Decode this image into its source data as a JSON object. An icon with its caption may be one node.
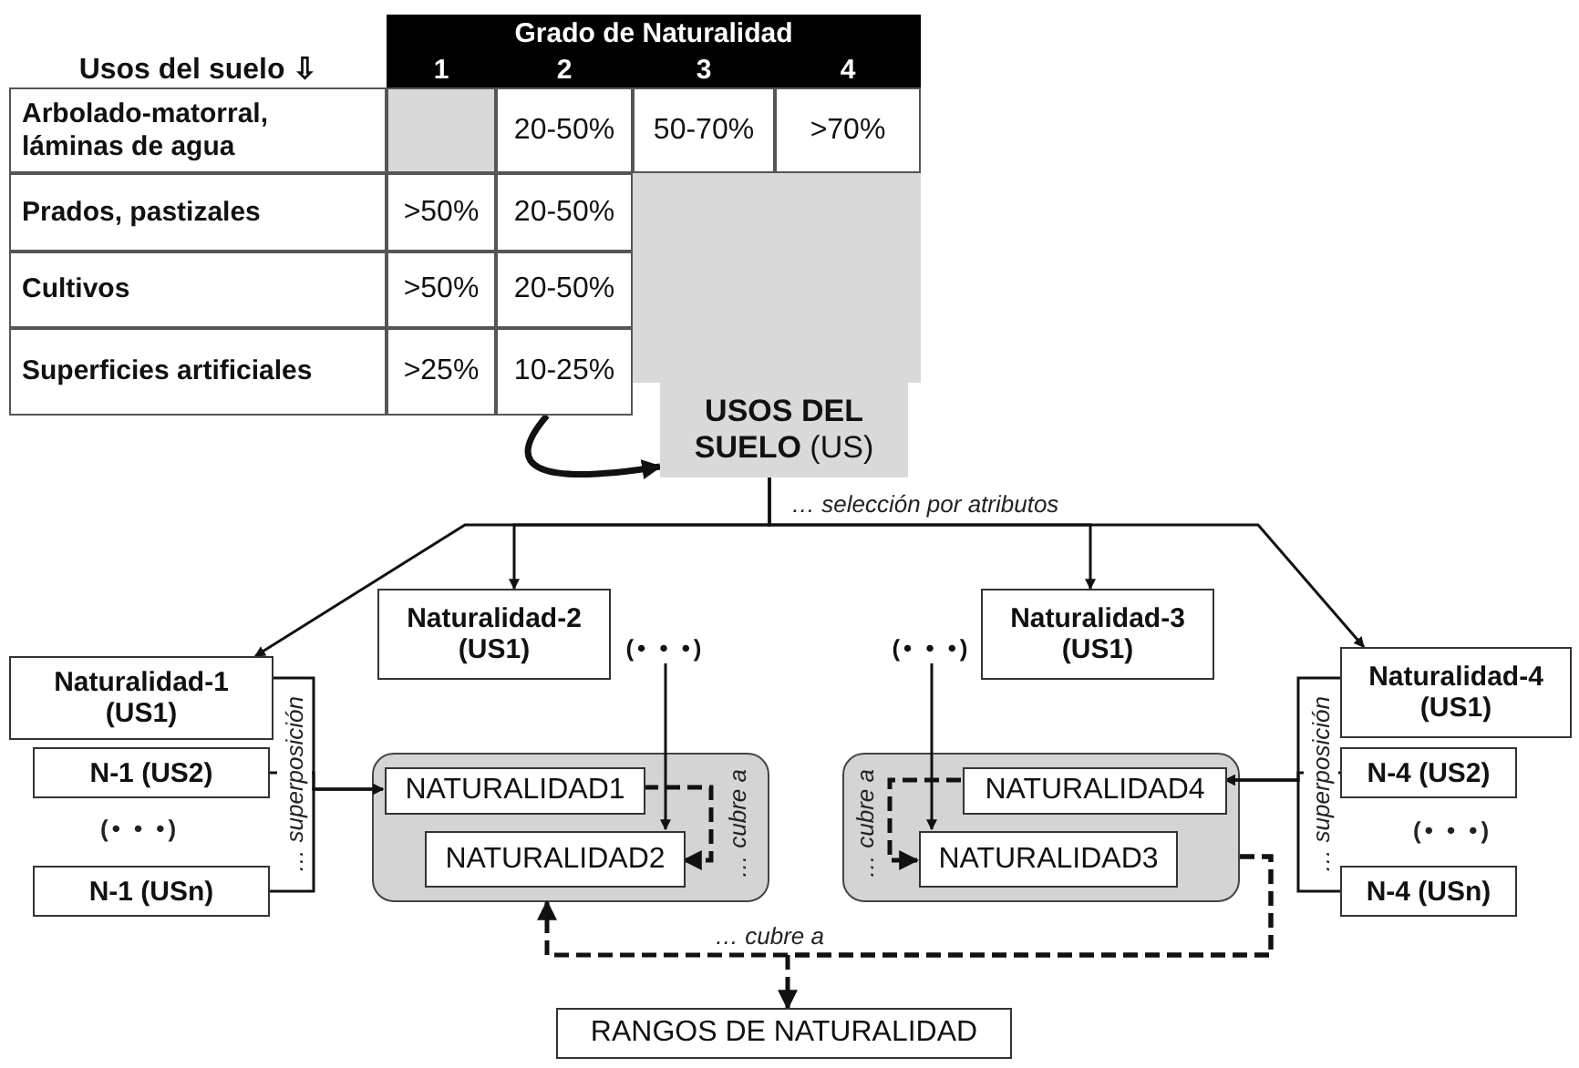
{
  "diagram": {
    "nodes": [
      {
        "text": [
          "Grado de Naturalidad",
          "Usos del suelo ⇩",
          "1",
          "2",
          "3",
          "4",
          "Arbolado-matorral, láminas de agua",
          "20-50%",
          "50-70%",
          ">70%",
          "Prados, pastizales",
          ">50%",
          "20-50%",
          "Cultivos",
          ">50%",
          "20-50%",
          "Superficies artificiales",
          ">25%",
          "10-25%"
        ]
      },
      {
        "text": [
          "**USOS DEL SUELO** (US)"
        ]
      },
      {
        "text": [
          "Naturalidad-1 (US1)"
        ]
      },
      {
        "text": [
          "N-1 (US2)"
        ]
      },
      {
        "text": [
          "N-1 (USn)"
        ]
      },
      {
        "text": [
          "Naturalidad-2 (US1)"
        ]
      },
      {
        "text": [
          "Naturalidad-3 (US1)"
        ]
      },
      {
        "text": [
          "Naturalidad-4 (US1)"
        ]
      },
      {
        "text": [
          "N-4 (US2)"
        ]
      },
      {
        "text": [
          "N-4 (USn)"
        ]
      },
      {
        "text": [],
        "shape": "box"
      },
      {
        "text": [
          "NATURALIDAD1"
        ],
        "in": 10
      },
      {
        "text": [
          "NATURALIDAD2"
        ],
        "in": 10
      },
      {
        "text": [],
        "shape": "box"
      },
      {
        "text": [
          "NATURALIDAD4"
        ],
        "in": 13
      },
      {
        "text": [
          "NATURALIDAD3"
        ],
        "in": 13
      },
      {
        "text": [
          "RANGOS DE NATURALIDAD"
        ]
      },
      {
        "text": [
          "(• • •)"
        ]
      },
      {
        "text": [
          "(• • •)"
        ]
      },
      {
        "text": [],
        "shape": "box",
        "in": 0
      },
      {
        "text": [],
        "shape": "box",
        "in": 0
      }
    ],
    "edges": [
      {
        "from": 1,
        "to": 2,
        "arrow": "to",
        "label": "… selección por atributos"
      },
      {
        "from": 1,
        "to": 5,
        "arrow": "to"
      },
      {
        "from": 1,
        "to": 6,
        "arrow": "to"
      },
      {
        "from": 1,
        "to": 7,
        "arrow": "to"
      },
      {
        "from": 0,
        "to": 1,
        "arrow": "to",
        "style": "thick"
      },
      {
        "from": 2,
        "to": 11,
        "arrow": "to",
        "label": "… superposición"
      },
      {
        "from": 3,
        "to": 11,
        "arrow": "to"
      },
      {
        "from": 4,
        "to": 11,
        "arrow": "to"
      },
      {
        "from": 17,
        "to": 12,
        "arrow": "to"
      },
      {
        "from": 11,
        "to": 12,
        "arrow": "to",
        "style": "dashed",
        "label": "… cubre a"
      },
      {
        "from": 7,
        "to": 14,
        "arrow": "to",
        "label": "… superposición"
      },
      {
        "from": 8,
        "to": 14,
        "arrow": "to"
      },
      {
        "from": 9,
        "to": 14,
        "arrow": "to"
      },
      {
        "from": 18,
        "to": 15,
        "arrow": "to"
      },
      {
        "from": 14,
        "to": 15,
        "arrow": "to",
        "style": "dashed",
        "label": "… cubre a"
      },
      {
        "from": 13,
        "to": 10,
        "arrow": "to",
        "style": "dashed",
        "label": "… cubre a"
      },
      {
        "from": 13,
        "to": 16,
        "arrow": "to",
        "style": "dashed"
      }
    ],
    "labels": [
      "(• • •)",
      "(• • •)"
    ]
  }
}
